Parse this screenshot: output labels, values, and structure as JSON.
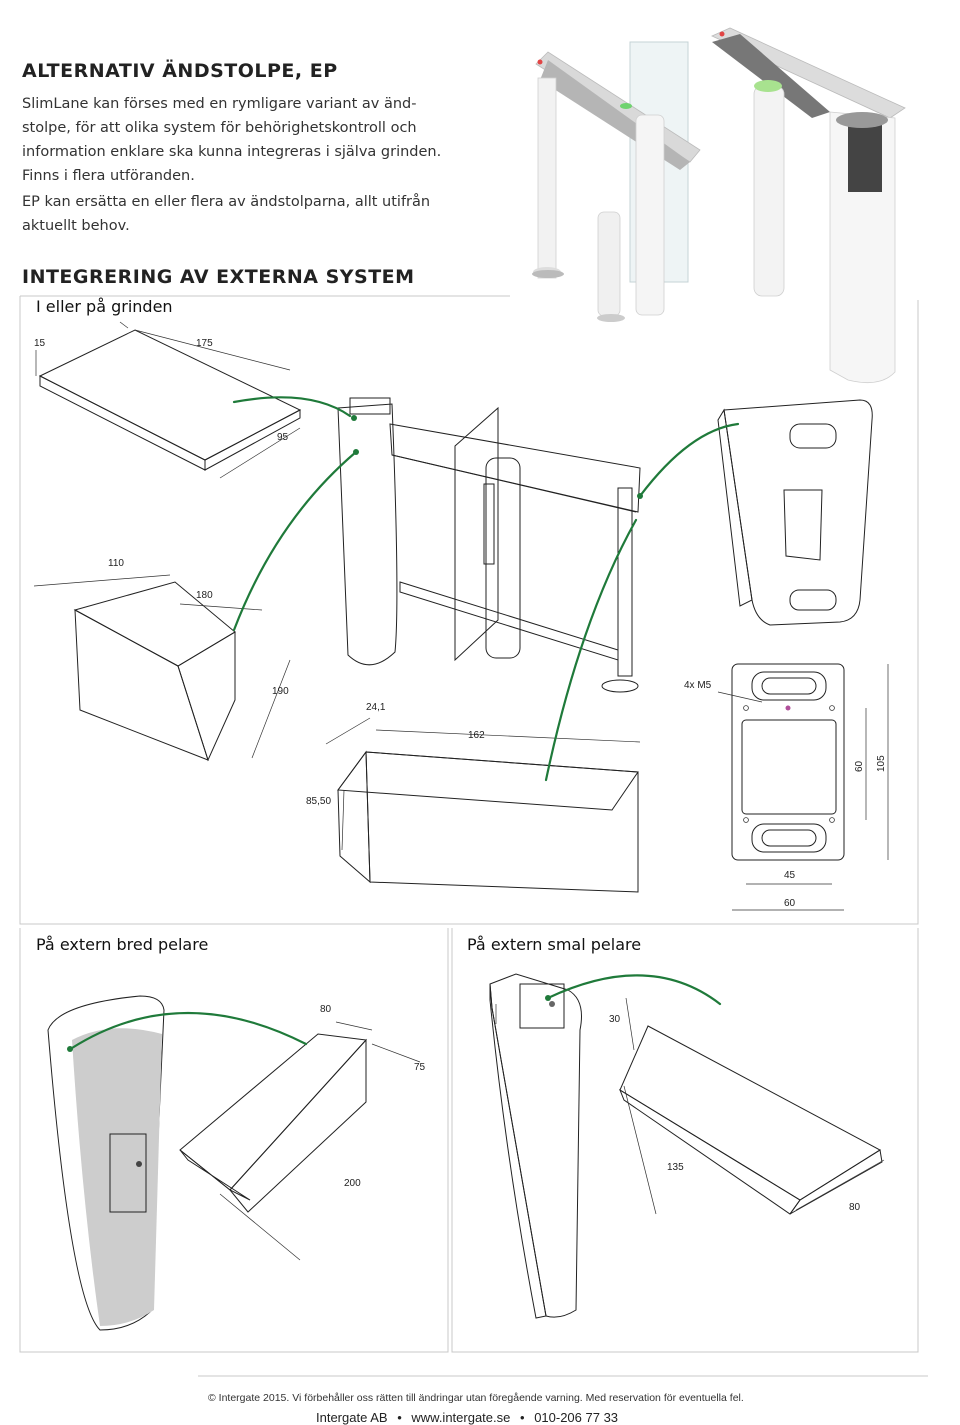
{
  "section1": {
    "title": "ALTERNATIV ÄNDSTOLPE, EP",
    "para1_lines": [
      "SlimLane kan förses med en rymligare variant av änd-",
      "stolpe, för att olika system för behörighetskontroll och",
      "information enklare ska kunna integreras i själva grinden.",
      "Finns i flera utföranden."
    ],
    "para2_lines": [
      "EP kan ersätta en eller flera av ändstolparna, allt utifrån",
      "aktuellt behov."
    ]
  },
  "section2": {
    "title": "INTEGRERING AV EXTERNA SYSTEM",
    "panel_label": "I eller på grinden",
    "dims": {
      "top_box_15": "15",
      "top_box_175": "175",
      "top_box_95": "95",
      "mid_box_110": "110",
      "mid_box_180": "180",
      "mid_box_190": "190",
      "front_24": "24,1",
      "front_162": "162",
      "front_85": "85,50",
      "plate_m5": "4x M5",
      "plate_60v": "60",
      "plate_105": "105",
      "plate_45": "45",
      "plate_60h": "60"
    }
  },
  "section3": {
    "left_label": "På extern bred pelare",
    "right_label": "På extern smal pelare",
    "dims": {
      "wide_80": "80",
      "wide_75": "75",
      "wide_200": "200",
      "narrow_30": "30",
      "narrow_135": "135",
      "narrow_80": "80"
    }
  },
  "footer": {
    "copyright": "© Intergate 2015. Vi förbehåller oss rätten till ändringar utan föregående varning. Med reservation för eventuella fel.",
    "company": "Intergate AB",
    "website": "www.intergate.se",
    "phone": "010-206 77 33",
    "separator": "•"
  }
}
